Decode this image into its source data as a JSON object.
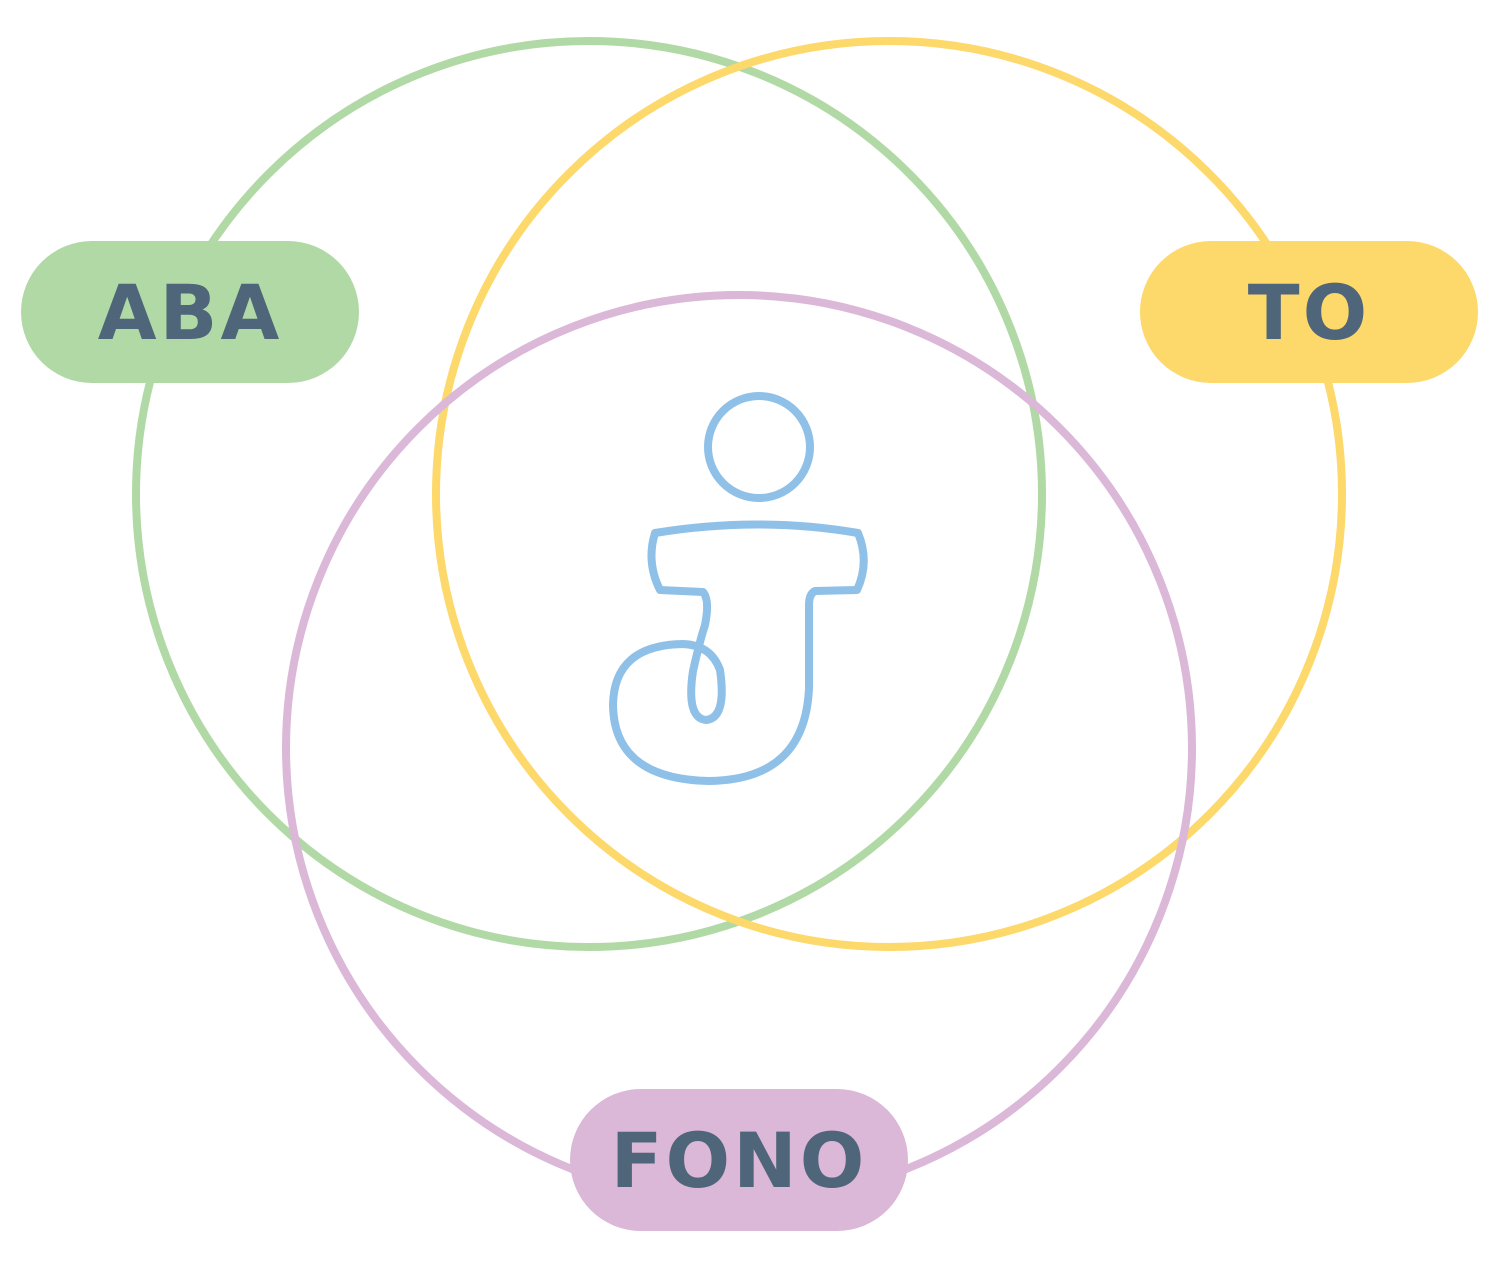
{
  "labels": {
    "aba": "ABA",
    "to": "TO",
    "fono": "FONO"
  },
  "colors": {
    "aba": "#b1d9a5",
    "to": "#fdd86a",
    "fono": "#dbb7d8",
    "text": "#4f6579",
    "logo": "#8fc0e8"
  },
  "center_icon": "child-figure-logo-icon"
}
